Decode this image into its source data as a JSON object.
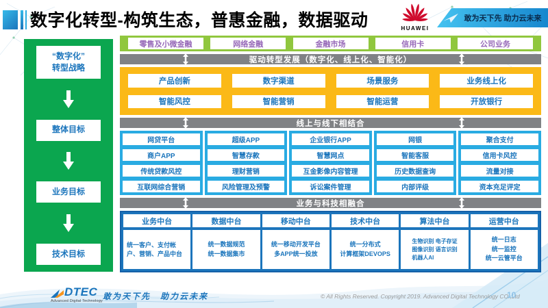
{
  "header": {
    "title": "数字化转型-构筑生态，普惠金融，数据驱动",
    "huawei_label": "HUAWEI",
    "banner_slogan": "敢为天下先 助力云未来"
  },
  "sidebar": {
    "items": [
      "“数字化”\n转型战略",
      "整体目标",
      "业务目标",
      "技术目标"
    ]
  },
  "main": {
    "business_lines": [
      "零售及小微金融",
      "网络金融",
      "金融市场",
      "信用卡",
      "公司业务"
    ],
    "drive_bar": "驱动转型发展（数字化、线上化、智能化）",
    "capabilities": [
      "产品创新",
      "数字渠道",
      "场景服务",
      "业务线上化",
      "智能风控",
      "智能营销",
      "智能运营",
      "开放银行"
    ],
    "online_bar": "线上与线下相结合",
    "platform_columns": [
      [
        "网贷平台",
        "商户APP",
        "传统贷款风控",
        "互联网综合营销"
      ],
      [
        "超级APP",
        "智慧存款",
        "理财营销",
        "风险管理及预警"
      ],
      [
        "企业银行APP",
        "智慧网点",
        "互金影像内容管理",
        "诉讼案件管理"
      ],
      [
        "网银",
        "智能客服",
        "历史数据查询",
        "内部评级"
      ],
      [
        "聚合支付",
        "信用卡风控",
        "流量对接",
        "资本充足评定"
      ]
    ],
    "fusion_bar": "业务与科技相融合",
    "middle_platforms": [
      {
        "title": "业务中台",
        "detail": "统一客户、支付帐户、营销、产品中台"
      },
      {
        "title": "数据中台",
        "detail": "统一数据规范\n统一数据集市"
      },
      {
        "title": "移动中台",
        "detail": "统一移动开发平台\n多APP统一投放"
      },
      {
        "title": "技术中台",
        "detail": "统一分布式\n计算框架DEVOPS"
      },
      {
        "title": "算法中台",
        "detail": "生物识别 电子存证\n图像识别 语言识别\n机器人AI"
      },
      {
        "title": "运营中台",
        "detail": "统一日志\n统一监控\n统一云管平台"
      }
    ]
  },
  "footer": {
    "logo_text": "DTEC",
    "logo_subtext": "Advanced Digital Technology",
    "slogan": "敢为天下先　助力云未来",
    "copyright": "© All Rights Reserved. Copyright 2019. Advanced Digital Technology CO.,Ltd",
    "page_number": "10"
  },
  "colors": {
    "sidebar_green": "#0ba64f",
    "light_green": "#90c73e",
    "yellow": "#fbb917",
    "blue": "#29abe2",
    "dark_blue": "#1c75bc",
    "gray_bar": "#808285",
    "purple_text": "#9668b8",
    "box_text_blue": "#1b75bc",
    "huawei_red": "#cf0a2c"
  }
}
